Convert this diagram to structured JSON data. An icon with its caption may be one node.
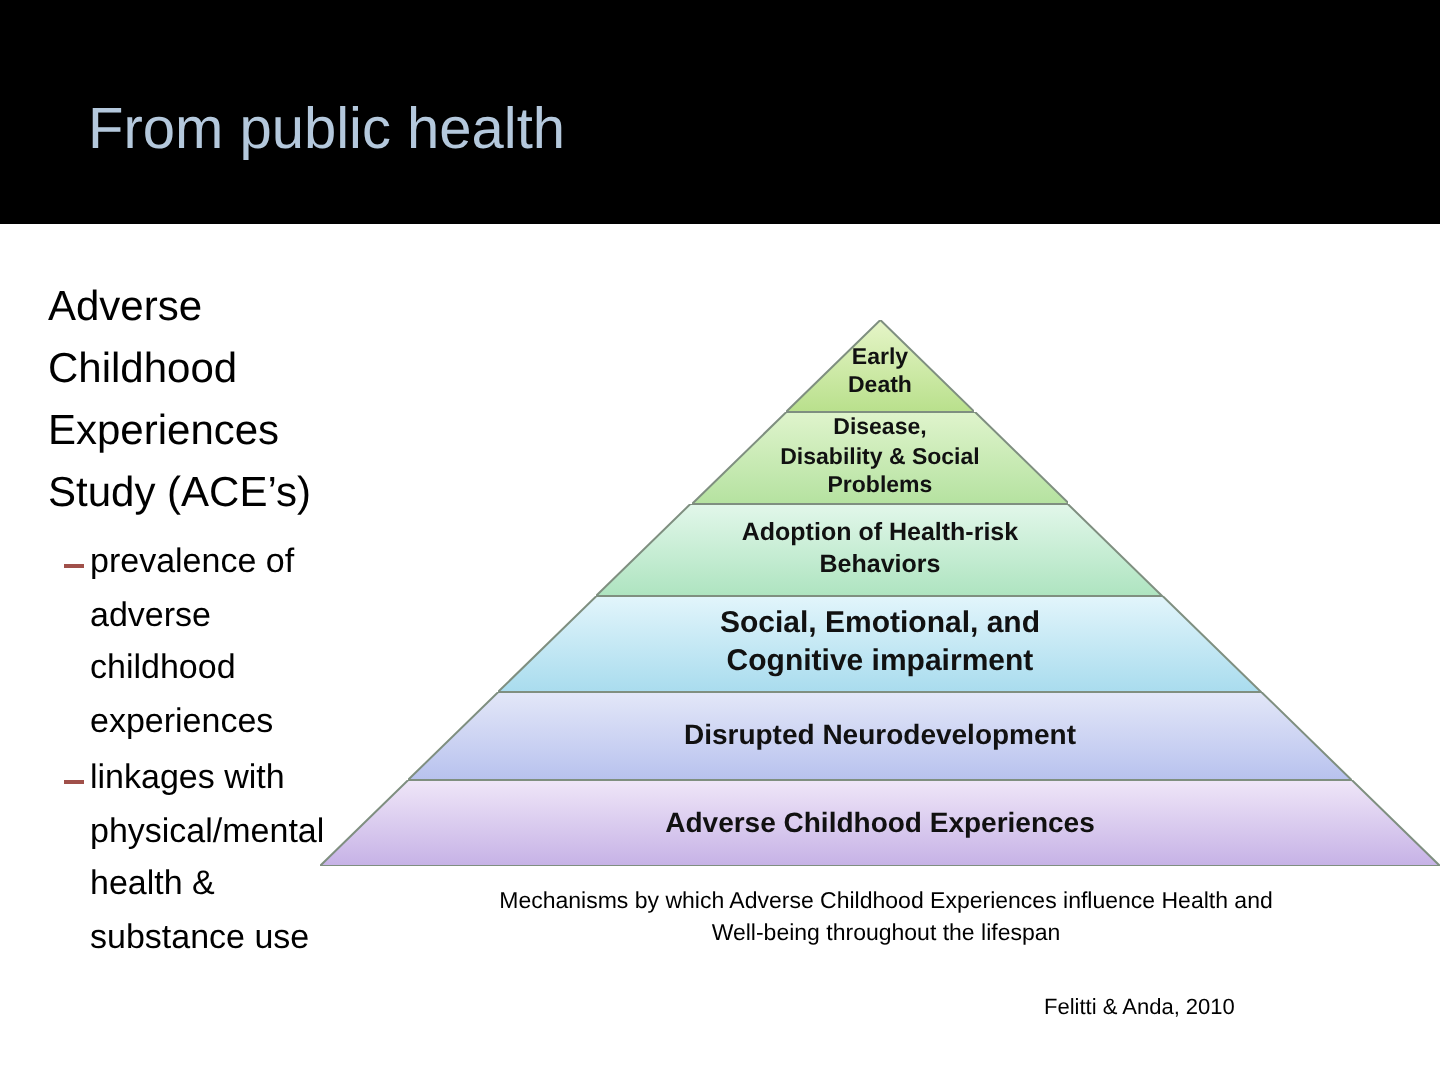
{
  "diagram": {
    "title": "From public health",
    "caption": "Mechanisms by which Adverse Childhood Experiences influence Health and Well-being throughout the lifespan",
    "nodes": [
      {
        "text": [
          "Early Death"
        ]
      },
      {
        "text": [
          "Disease, Disability & Social Problems"
        ]
      },
      {
        "text": [
          "Adoption of Health-risk Behaviors"
        ]
      },
      {
        "text": [
          "Social, Emotional, and Cognitive impairment"
        ]
      },
      {
        "text": [
          "Disrupted Neurodevelopment"
        ]
      },
      {
        "text": [
          "Adverse Childhood Experiences"
        ]
      }
    ],
    "edges": [],
    "labels": [
      "Adverse Childhood Experiences Study (ACE’s)",
      "prevalence of adverse childhood experiences",
      "linkages with physical/mental health & substance use",
      "Felitti & Anda, 2010"
    ]
  }
}
